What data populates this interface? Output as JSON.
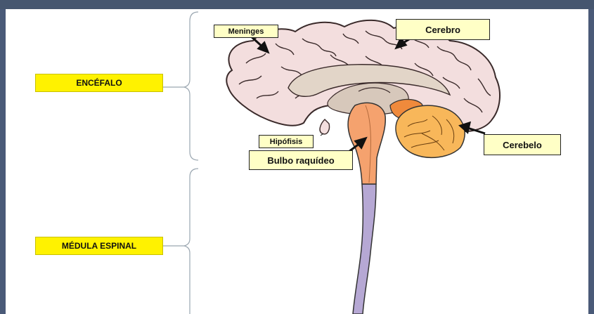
{
  "labels": {
    "encefalo": "ENCÉFALO",
    "medula_espinal": "MÉDULA ESPINAL",
    "meninges": "Meninges",
    "cerebro": "Cerebro",
    "hipofisis": "Hipófisis",
    "bulbo_raquideo": "Bulbo raquídeo",
    "cerebelo": "Cerebelo"
  },
  "colors": {
    "background_frame": "#4a5a78",
    "section_label_fill": "#fff200",
    "callout_fill": "#ffffc6",
    "brain_fill": "#f3dede",
    "brainstem_fill": "#f5a26e",
    "cerebellum_fill": "#f8b75a",
    "spinal_cord_fill": "#b6a8d4"
  }
}
